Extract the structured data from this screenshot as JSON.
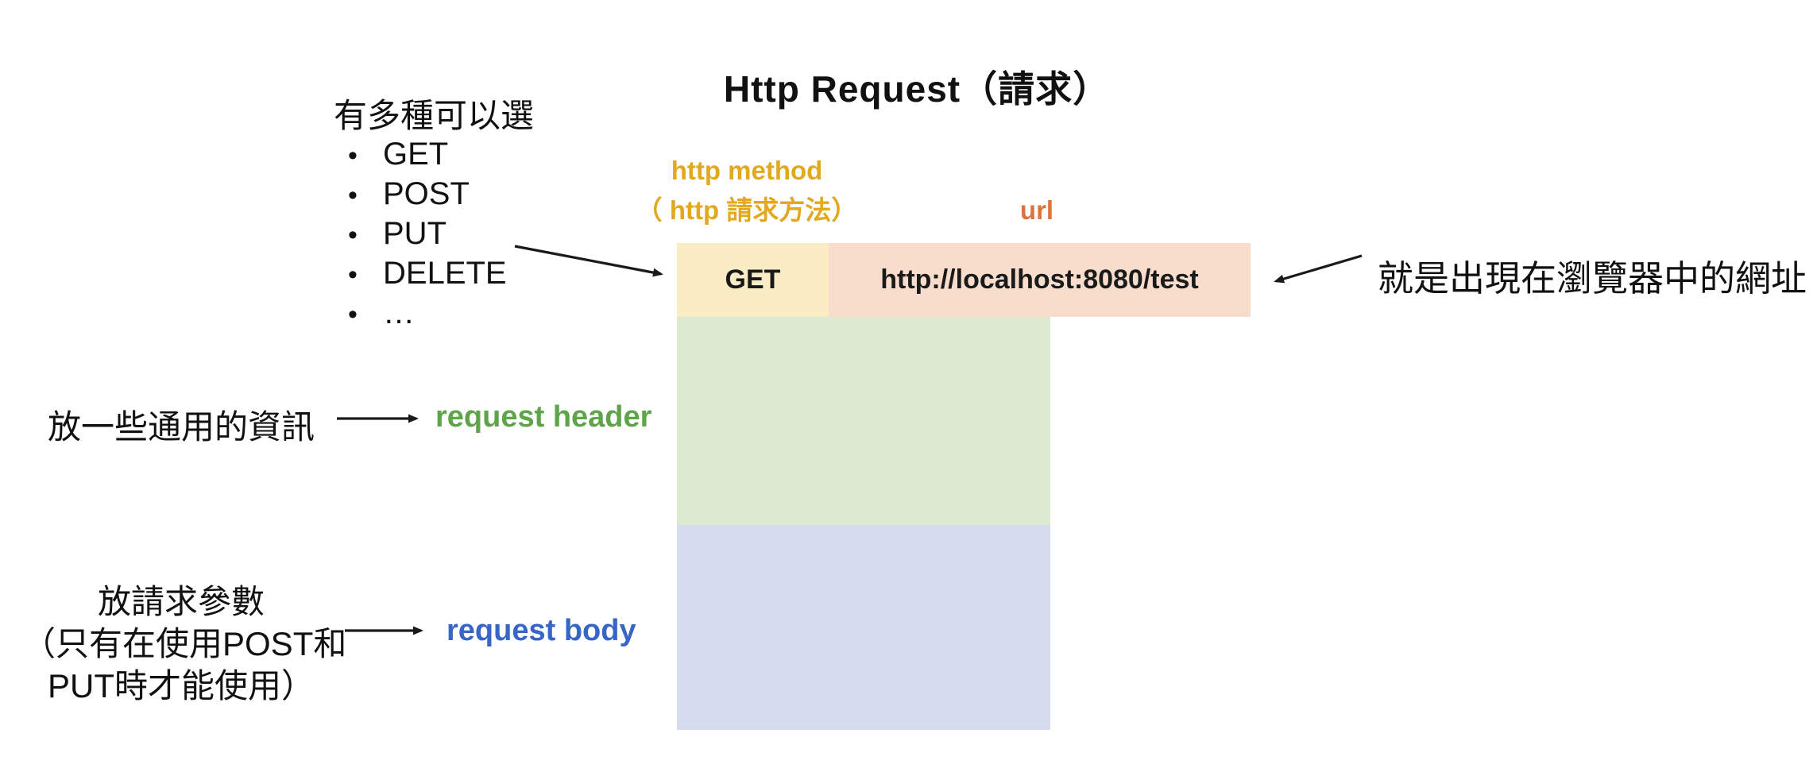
{
  "title": "Http Request（請求）",
  "method_list": {
    "heading": "有多種可以選",
    "bullet": "•",
    "items": [
      "GET",
      "POST",
      "PUT",
      "DELETE",
      "…"
    ]
  },
  "labels": {
    "http_method_line1": "http method",
    "http_method_line2": "（ http 請求方法）",
    "url": "url",
    "request_header": "request header",
    "request_body": "request body"
  },
  "boxes": {
    "method_value": "GET",
    "url_value": "http://localhost:8080/test"
  },
  "annotations": {
    "url_note": "就是出現在瀏覽器中的網址",
    "header_note": "放一些通用的資訊",
    "body_note_line1": "放請求參數",
    "body_note_line2": "（只有在使用POST和",
    "body_note_line3": "PUT時才能使用）"
  },
  "colors": {
    "method_box_bg": "#FAEDC4",
    "url_box_bg": "#F8DCCC",
    "header_box_bg": "#DCEAD0",
    "body_box_bg": "#D5DCEE",
    "http_method_label": "#E2A91E",
    "url_label": "#DE7439",
    "request_header_label": "#5FA44A",
    "request_body_label": "#3865C8",
    "arrow": "#1A1A1A",
    "text": "#111111"
  }
}
